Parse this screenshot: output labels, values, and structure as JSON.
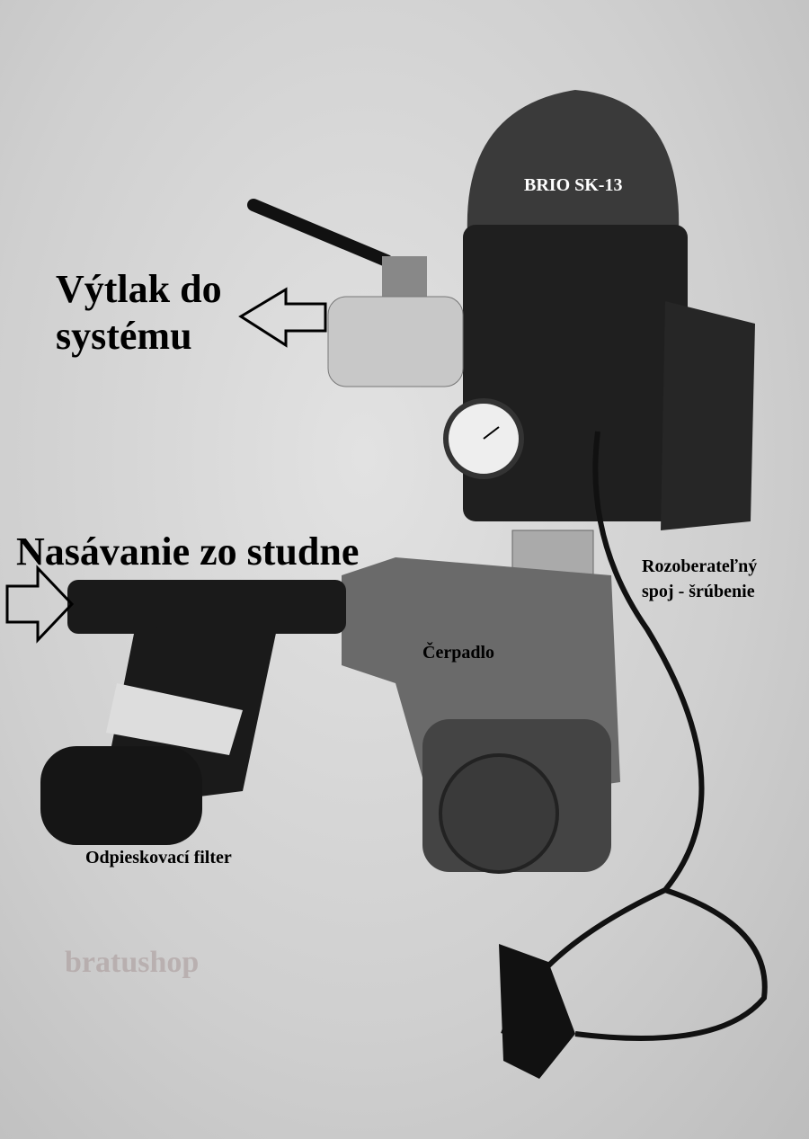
{
  "labels": {
    "controller": "BRIO SK-13",
    "outlet_line1": "Výtlak do",
    "outlet_line2": "systému",
    "inlet": "Nasávanie zo studne",
    "union_line1": "Rozoberateľný",
    "union_line2": "spoj - šrúbenie",
    "pump": "Čerpadlo",
    "filter": "Odpieskovací filter"
  },
  "watermark": "bratushop"
}
